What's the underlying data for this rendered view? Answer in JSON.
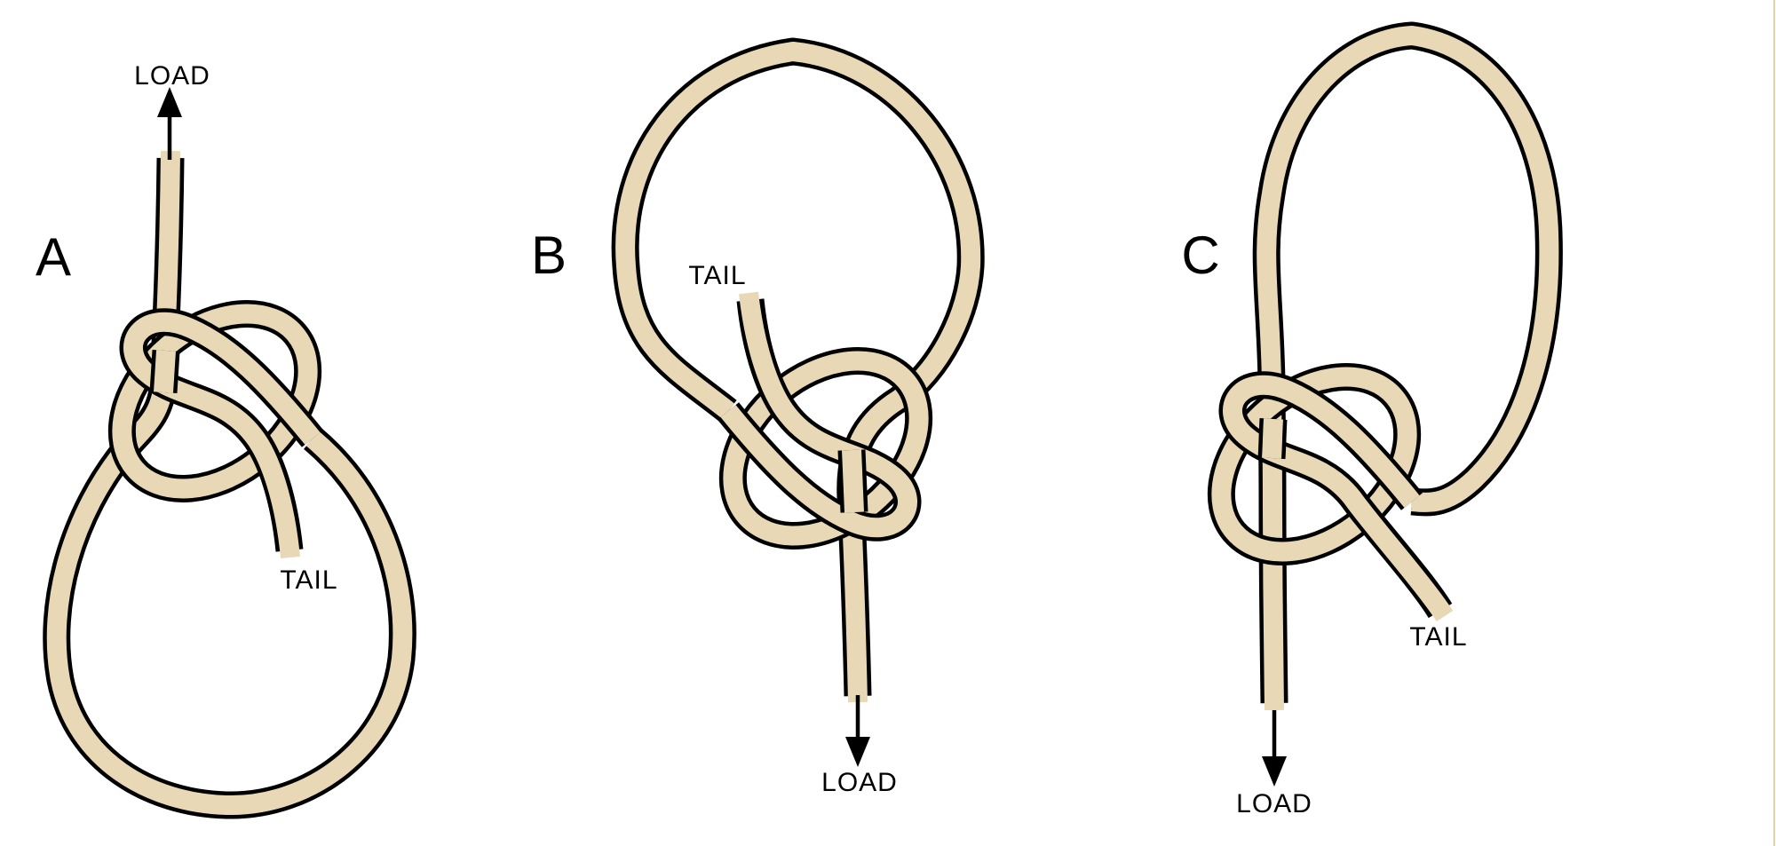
{
  "figure": {
    "background_color": "#ffffff",
    "rope_fill_color": "#e8d8b6",
    "rope_outline_color": "#000000",
    "edge_line_color": "#e0d4ac",
    "panels": [
      {
        "label": "A",
        "load_label": "LOAD",
        "tail_label": "TAIL",
        "load_arrow_direction": "up"
      },
      {
        "label": "B",
        "load_label": "LOAD",
        "tail_label": "TAIL",
        "load_arrow_direction": "down"
      },
      {
        "label": "C",
        "load_label": "LOAD",
        "tail_label": "TAIL",
        "load_arrow_direction": "down"
      }
    ]
  }
}
